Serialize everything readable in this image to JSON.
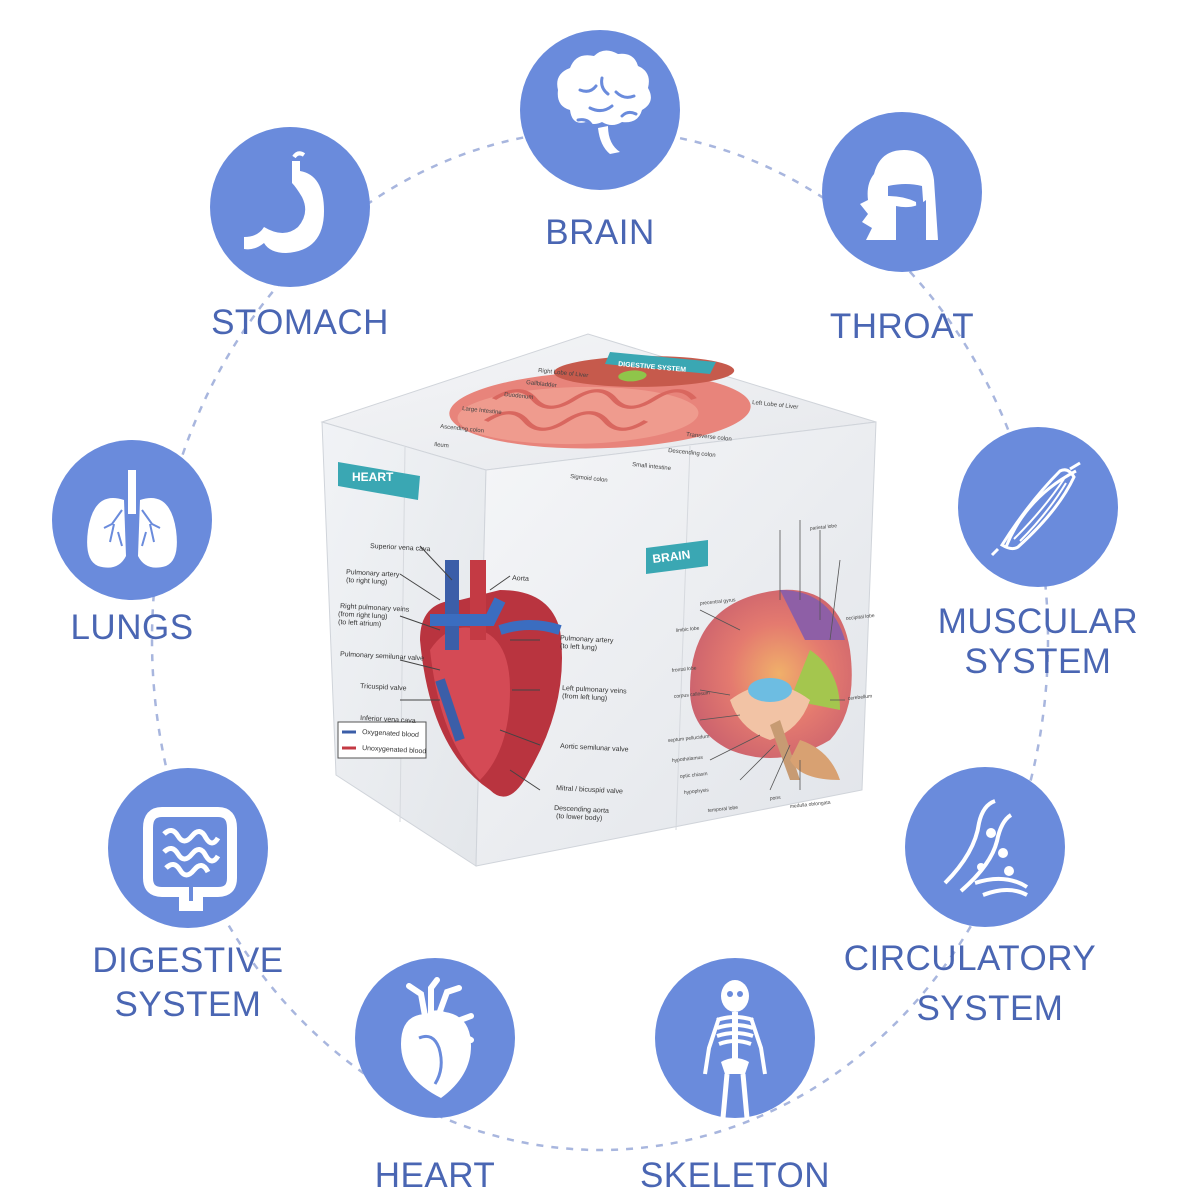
{
  "colors": {
    "accent": "#6a8bdc",
    "label": "#4a66b3",
    "ring": "#a8b6de",
    "teal_tag": "#3aa7b3"
  },
  "nodes": [
    {
      "id": "brain",
      "label": "BRAIN",
      "icon": "brain-icon"
    },
    {
      "id": "throat",
      "label": "THROAT",
      "icon": "throat-icon"
    },
    {
      "id": "muscular",
      "label_lines": [
        "MUSCULAR",
        "SYSTEM"
      ],
      "icon": "muscle-icon"
    },
    {
      "id": "circulatory",
      "label_lines": [
        "CIRCULATORY",
        "SYSTEM"
      ],
      "icon": "blood-vessel-icon"
    },
    {
      "id": "skeleton",
      "label": "SKELETON",
      "icon": "skeleton-icon"
    },
    {
      "id": "heart",
      "label": "HEART",
      "icon": "heart-icon"
    },
    {
      "id": "digestive",
      "label_lines": [
        "DIGESTIVE",
        "SYSTEM"
      ],
      "icon": "intestine-icon"
    },
    {
      "id": "lungs",
      "label": "LUNGS",
      "icon": "lungs-icon"
    },
    {
      "id": "stomach",
      "label": "STOMACH",
      "icon": "stomach-icon"
    }
  ],
  "cube": {
    "top_tag": "DIGESTIVE SYSTEM",
    "left_tag": "HEART",
    "right_tag": "BRAIN",
    "top_labels": [
      "Right Lobe of Liver",
      "Gallbladder",
      "Duodenum",
      "Large Intestine",
      "Ascending colon",
      "Ileum",
      "Left Lobe of Liver",
      "Transverse colon",
      "Descending colon",
      "Small intestine",
      "Sigmoid colon"
    ],
    "heart_labels": [
      "Superior vena cava",
      "Aorta",
      "Pulmonary artery",
      "(to right lung)",
      "Right pulmonary veins",
      "(from right lung)",
      "(to left atrium)",
      "Pulmonary artery",
      "(to left lung)",
      "Pulmonary semilunar valve",
      "Left pulmonary veins",
      "(from left lung)",
      "Tricuspid valve",
      "Inferior vena cava",
      "Aortic semilunar valve",
      "Mitral / bicuspid valve",
      "Descending aorta",
      "(to lower body)",
      "Oxygenated blood",
      "Unoxygenated blood"
    ],
    "brain_labels": [
      "precentral gyrus",
      "limbic lobe",
      "frontal lobe",
      "corpus callosum",
      "septum pellucidum",
      "hypothalamus",
      "optic chiasm",
      "hypophysis",
      "temporal lobe",
      "pons",
      "medulla oblongata",
      "cerebellum",
      "occipital lobe",
      "parietal lobe"
    ]
  }
}
